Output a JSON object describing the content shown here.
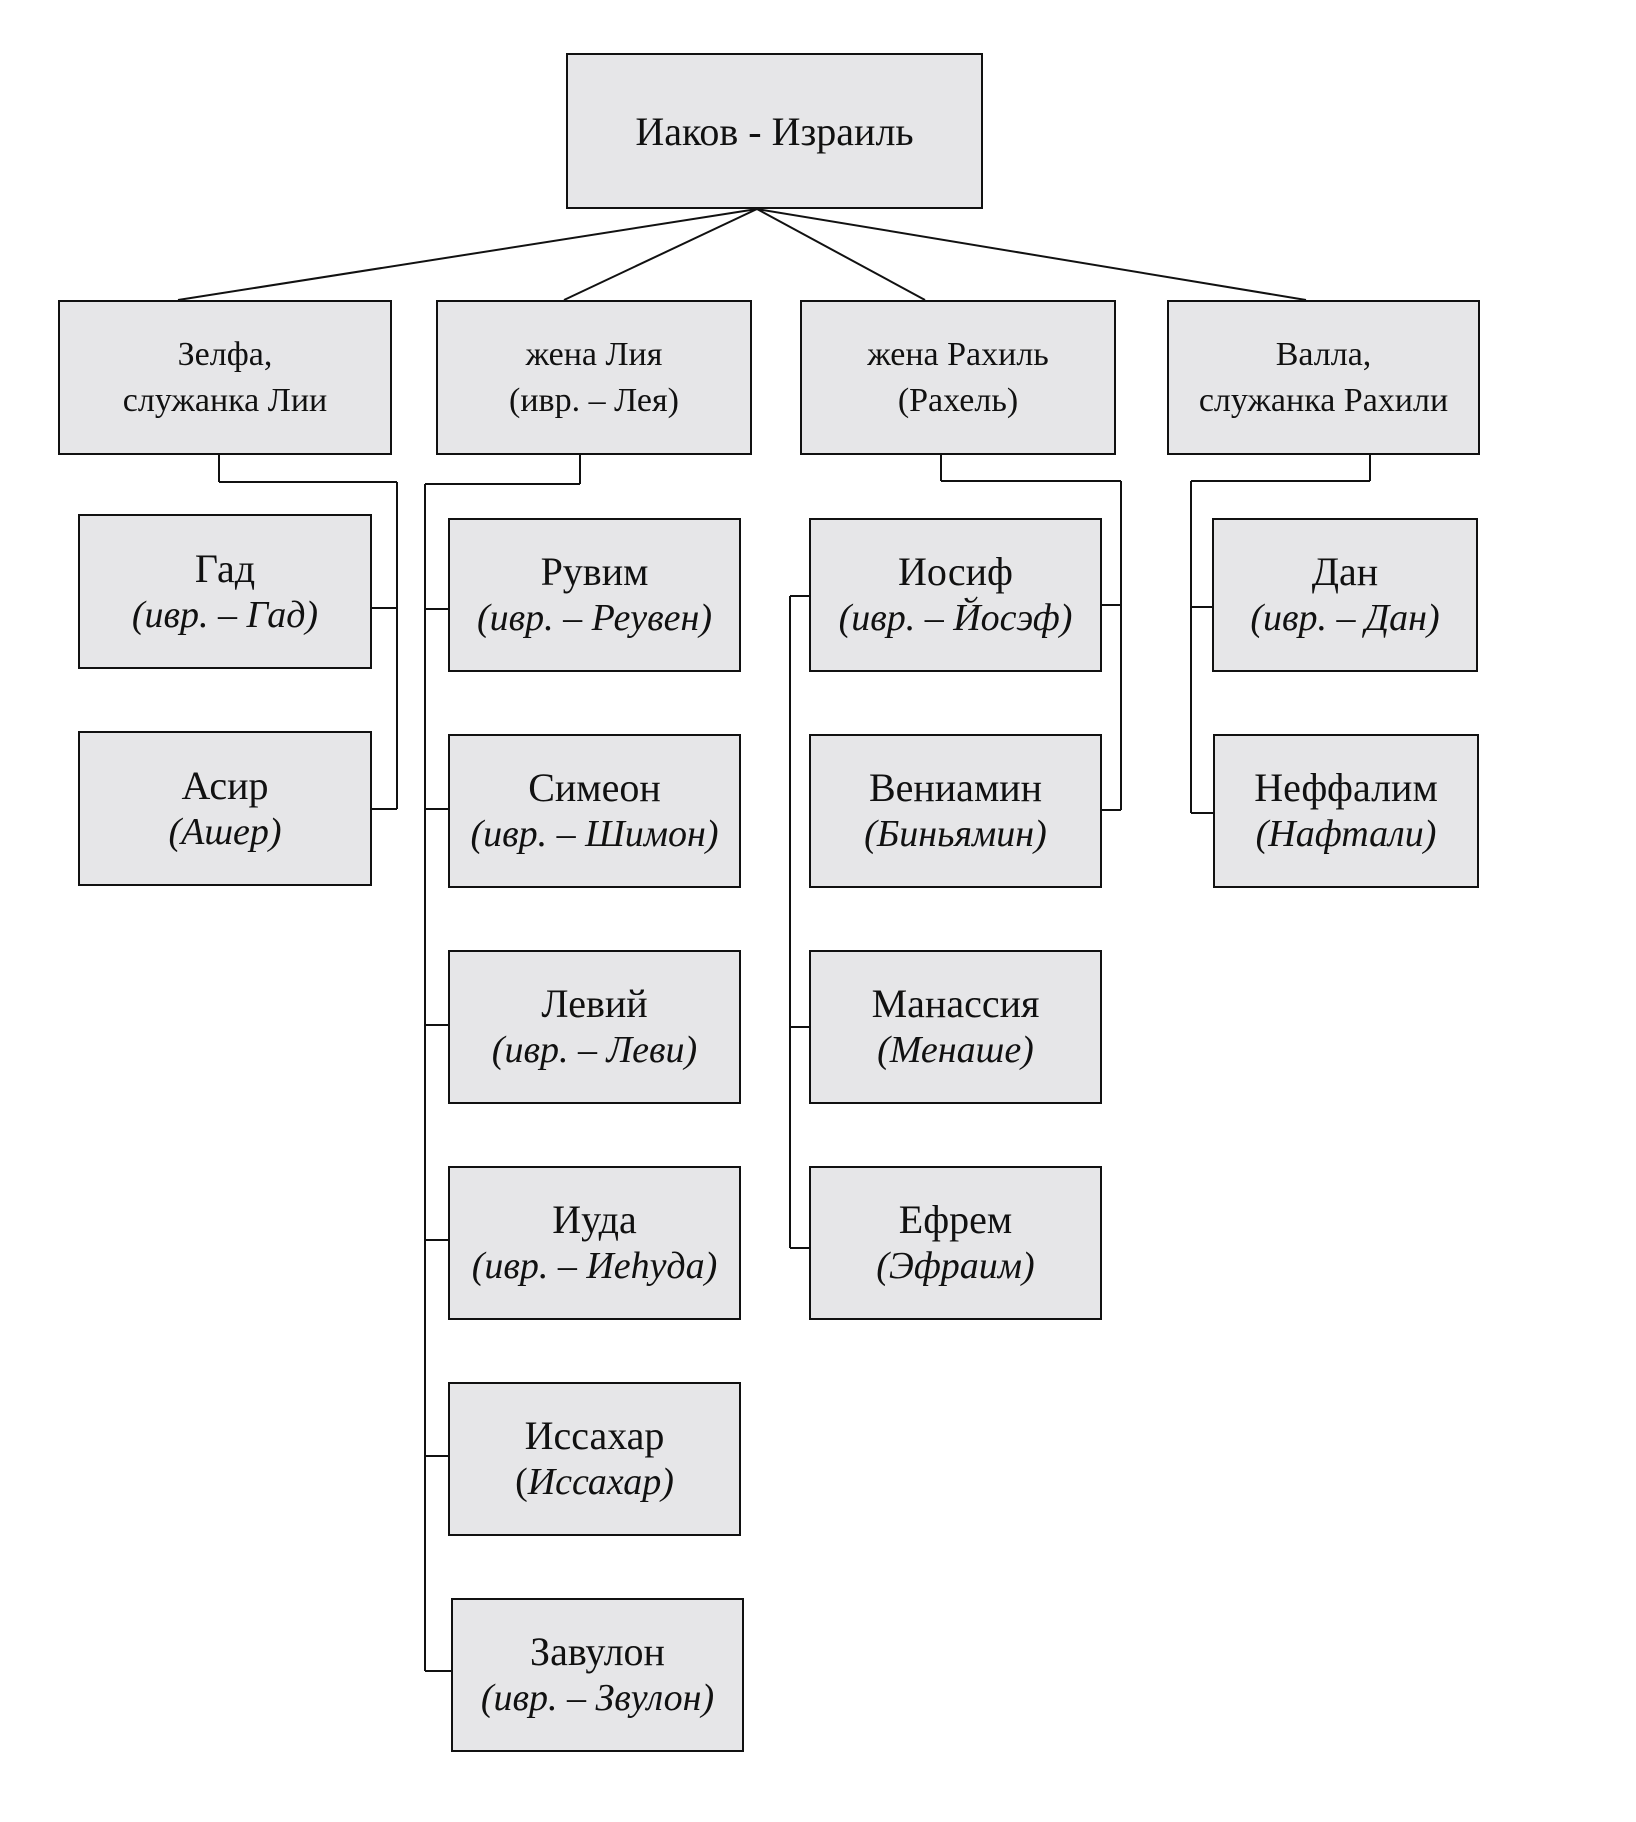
{
  "root": {
    "label": "Иаков - Израиль"
  },
  "wives": [
    {
      "line1": "Зелфа,",
      "line2": "служанка Лии"
    },
    {
      "line1": "жена Лия",
      "line2": "(ивр. – Лея)"
    },
    {
      "line1": "жена Рахиль",
      "line2": "(Рахель)"
    },
    {
      "line1": "Валла,",
      "line2": "служанка Рахили"
    }
  ],
  "children": {
    "zilpah": [
      {
        "name": "Гад",
        "heb": "(ивр. – Гад)"
      },
      {
        "name": "Асир",
        "heb": "(Ашер)"
      }
    ],
    "leah": [
      {
        "name": "Рувим",
        "heb": "(ивр. – Реувен)"
      },
      {
        "name": "Симеон",
        "heb": "(ивр. – Шимон)"
      },
      {
        "name": "Левий",
        "heb": "(ивр. – Леви)"
      },
      {
        "name": "Иуда",
        "heb": "(ивр. – Иеhуда)"
      },
      {
        "name": "Иссахар",
        "heb_paren": "(",
        "heb": "Иссахар)"
      },
      {
        "name": "Завулон",
        "heb": "(ивр. – Звулон)"
      }
    ],
    "rachel": [
      {
        "name": "Иосиф",
        "heb": "(ивр. – Йосэф)"
      },
      {
        "name": "Вениамин",
        "heb": "(Биньямин)"
      },
      {
        "name": "Манассия",
        "heb": "(Менаше)"
      },
      {
        "name": "Ефрем",
        "heb": "(Эфраим)"
      }
    ],
    "bilhah": [
      {
        "name": "Дан",
        "heb": "(ивр. – Дан)"
      },
      {
        "name": "Неффалим",
        "heb": "(Нафтали)"
      }
    ]
  }
}
